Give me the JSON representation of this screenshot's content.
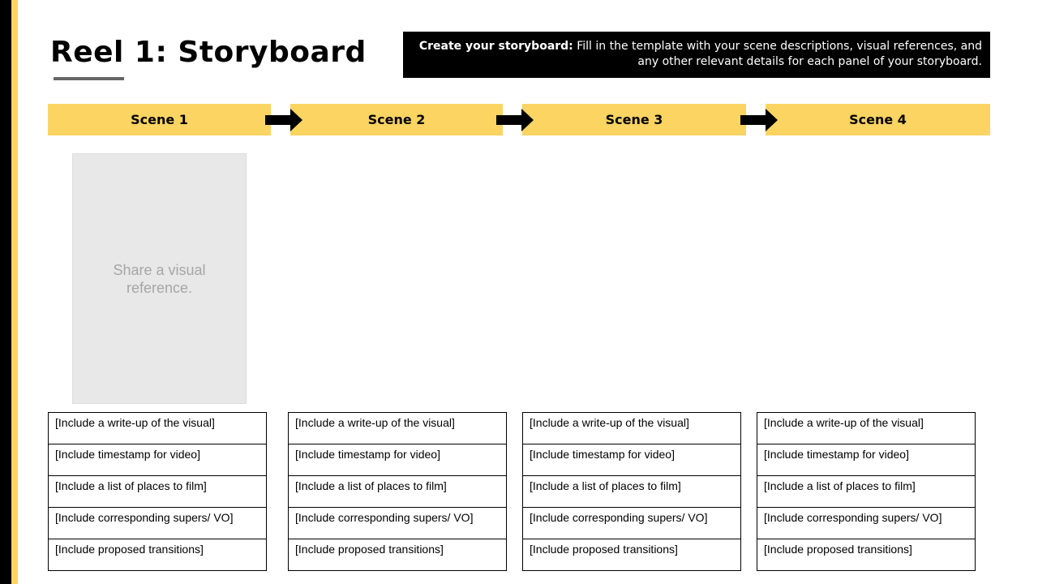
{
  "page": {
    "title": "Reel 1: Storyboard",
    "instructions": {
      "bold": "Create your storyboard:",
      "text": " Fill in the template with your scene descriptions, visual references, and any other relevant details for each panel of your storyboard."
    }
  },
  "scenes": [
    {
      "label": "Scene 1",
      "visual_placeholder": "Share a visual reference.",
      "rows": [
        "[Include a write-up of the visual]",
        "[Include timestamp for video]",
        "[Include a list of places to film]",
        "[Include corresponding supers/ VO]",
        "[Include proposed transitions]"
      ]
    },
    {
      "label": "Scene 2",
      "rows": [
        "[Include a write-up of the visual]",
        "[Include timestamp for video]",
        "[Include a list of places to film]",
        "[Include corresponding supers/ VO]",
        "[Include proposed transitions]"
      ]
    },
    {
      "label": "Scene 3",
      "rows": [
        "[Include a write-up of the visual]",
        "[Include timestamp for video]",
        "[Include a list of places to film]",
        "[Include corresponding supers/ VO]",
        "[Include proposed transitions]"
      ]
    },
    {
      "label": "Scene 4",
      "rows": [
        "[Include a write-up of the visual]",
        "[Include timestamp for video]",
        "[Include a list of places to film]",
        "[Include corresponding supers/ VO]",
        "[Include proposed transitions]"
      ]
    }
  ],
  "colors": {
    "accent_yellow": "#fcd462",
    "dark": "#000000",
    "placeholder_gray": "#e8e8e8"
  },
  "icons": {
    "scene_arrow": "arrow-right-icon"
  }
}
